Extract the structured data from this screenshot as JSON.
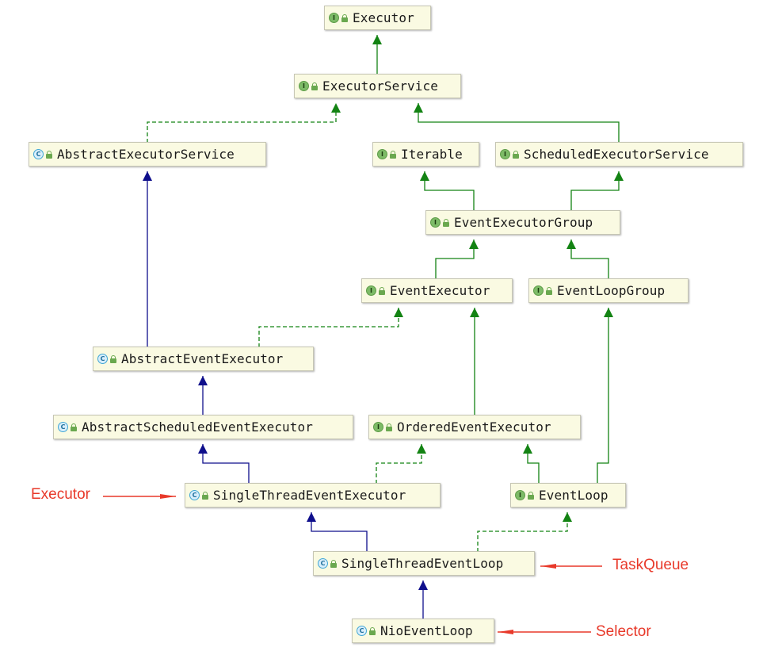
{
  "diagram": {
    "nodes": {
      "executor": {
        "label": "Executor",
        "kind": "I"
      },
      "executor_service": {
        "label": "ExecutorService",
        "kind": "I"
      },
      "abstract_executor_service": {
        "label": "AbstractExecutorService",
        "kind": "C"
      },
      "iterable": {
        "label": "Iterable",
        "kind": "I"
      },
      "scheduled_executor_service": {
        "label": "ScheduledExecutorService",
        "kind": "I"
      },
      "event_executor_group": {
        "label": "EventExecutorGroup",
        "kind": "I"
      },
      "event_executor": {
        "label": "EventExecutor",
        "kind": "I"
      },
      "event_loop_group": {
        "label": "EventLoopGroup",
        "kind": "I"
      },
      "abstract_event_executor": {
        "label": "AbstractEventExecutor",
        "kind": "C"
      },
      "abstract_scheduled_event_executor": {
        "label": "AbstractScheduledEventExecutor",
        "kind": "C"
      },
      "ordered_event_executor": {
        "label": "OrderedEventExecutor",
        "kind": "I"
      },
      "single_thread_event_executor": {
        "label": "SingleThreadEventExecutor",
        "kind": "C"
      },
      "event_loop": {
        "label": "EventLoop",
        "kind": "I"
      },
      "single_thread_event_loop": {
        "label": "SingleThreadEventLoop",
        "kind": "C"
      },
      "nio_event_loop": {
        "label": "NioEventLoop",
        "kind": "C"
      }
    },
    "relations": [
      {
        "from": "executor_service",
        "to": "executor",
        "type": "extends"
      },
      {
        "from": "abstract_executor_service",
        "to": "executor_service",
        "type": "implements"
      },
      {
        "from": "scheduled_executor_service",
        "to": "executor_service",
        "type": "extends"
      },
      {
        "from": "event_executor_group",
        "to": "iterable",
        "type": "extends"
      },
      {
        "from": "event_executor_group",
        "to": "scheduled_executor_service",
        "type": "extends"
      },
      {
        "from": "event_executor",
        "to": "event_executor_group",
        "type": "extends"
      },
      {
        "from": "event_loop_group",
        "to": "event_executor_group",
        "type": "extends"
      },
      {
        "from": "abstract_event_executor",
        "to": "abstract_executor_service",
        "type": "class-extends"
      },
      {
        "from": "abstract_event_executor",
        "to": "event_executor",
        "type": "implements"
      },
      {
        "from": "abstract_scheduled_event_executor",
        "to": "abstract_event_executor",
        "type": "class-extends"
      },
      {
        "from": "ordered_event_executor",
        "to": "event_executor",
        "type": "extends"
      },
      {
        "from": "single_thread_event_executor",
        "to": "abstract_scheduled_event_executor",
        "type": "class-extends"
      },
      {
        "from": "single_thread_event_executor",
        "to": "ordered_event_executor",
        "type": "implements"
      },
      {
        "from": "event_loop",
        "to": "ordered_event_executor",
        "type": "extends"
      },
      {
        "from": "event_loop",
        "to": "event_loop_group",
        "type": "extends"
      },
      {
        "from": "single_thread_event_loop",
        "to": "single_thread_event_executor",
        "type": "class-extends"
      },
      {
        "from": "single_thread_event_loop",
        "to": "event_loop",
        "type": "implements"
      },
      {
        "from": "nio_event_loop",
        "to": "single_thread_event_loop",
        "type": "class-extends"
      }
    ],
    "colors": {
      "interface_extends": "#138313",
      "class_extends": "#0f0f8c",
      "annotation": "#e8392a",
      "node_fill": "#fafae2"
    }
  },
  "annotations": {
    "executor_note": "Executor",
    "taskqueue_note": "TaskQueue",
    "selector_note": "Selector"
  }
}
